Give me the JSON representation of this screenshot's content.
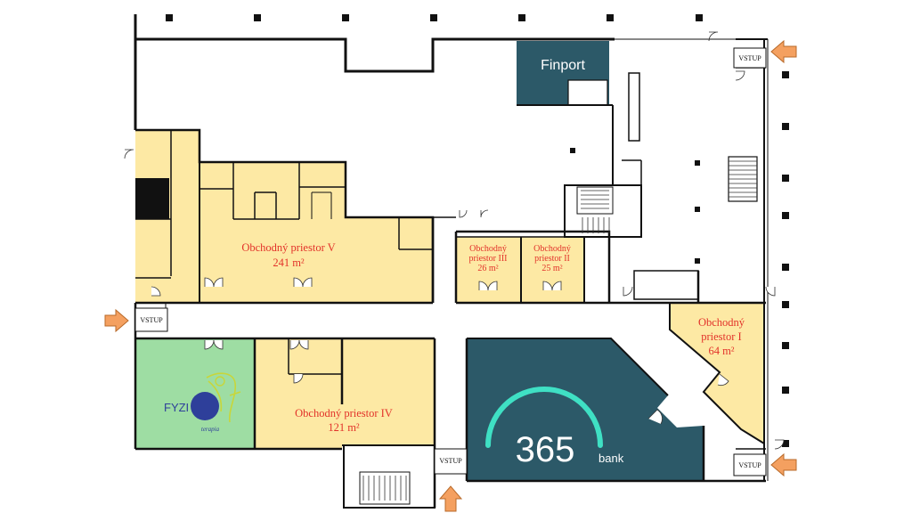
{
  "rooms": {
    "v": {
      "line1": "Obchodný priestor V",
      "line2": "241 m²"
    },
    "iii": {
      "line1": "Obchodný",
      "line2": "priestor III",
      "line3": "26 m²"
    },
    "ii": {
      "line1": "Obchodný",
      "line2": "priestor II",
      "line3": "25 m²"
    },
    "i": {
      "line1": "Obchodný",
      "line2": "priestor I",
      "line3": "64 m²"
    },
    "iv": {
      "line1": "Obchodný priestor IV",
      "line2": "121 m²"
    }
  },
  "entrances": {
    "label": "VSTUP"
  },
  "tenants": {
    "fyzio": {
      "word": "FYZI",
      "sub": "terapia"
    },
    "finport": {
      "name": "Finport"
    },
    "bank": {
      "number": "365",
      "word": "bank"
    }
  },
  "colors": {
    "room_fill": "#fde9a4",
    "fyzio_fill": "#9edda3",
    "teal": "#2c5968",
    "arrow": "#f4a060",
    "label_red": "#e2322a"
  }
}
